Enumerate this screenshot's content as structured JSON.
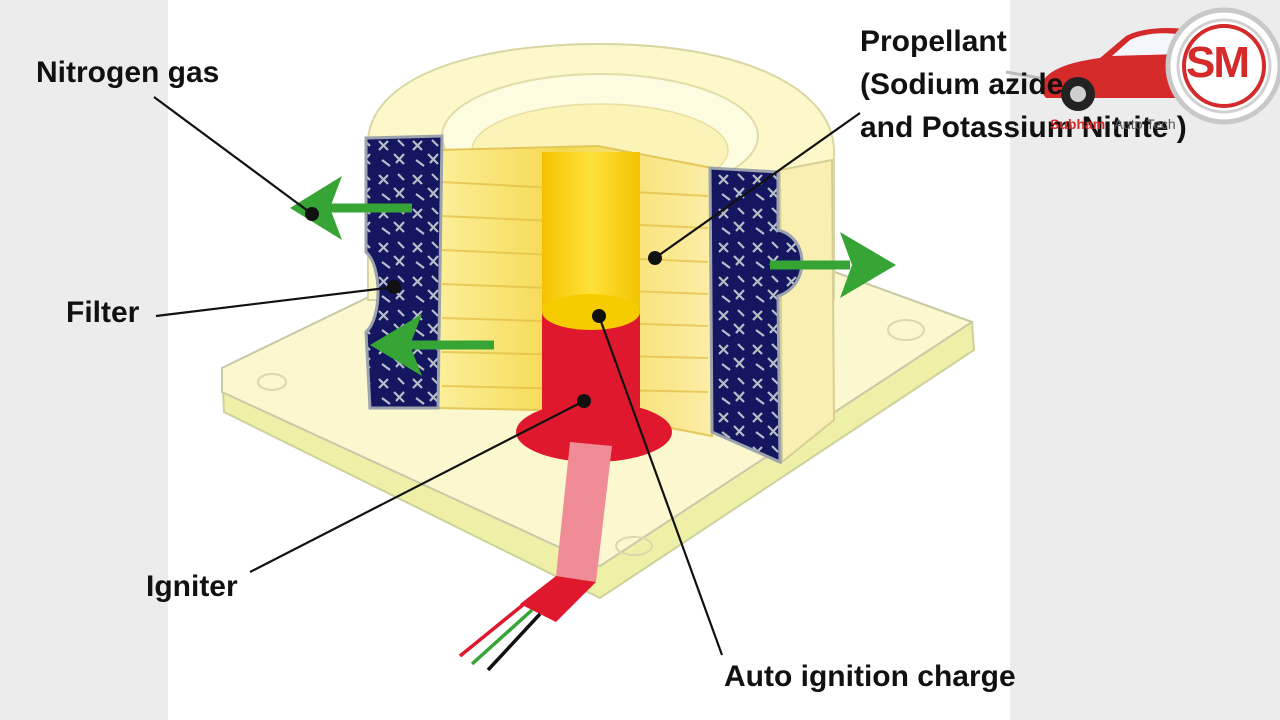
{
  "labels": {
    "nitrogen_gas": "Nitrogen gas",
    "filter": "Filter",
    "igniter": "Igniter",
    "auto_ignition_charge": "Auto ignition charge",
    "propellant_line1": "Propellant",
    "propellant_line2": "(Sodium azide",
    "propellant_line3": "and Potassium Nitrite )"
  },
  "logo": {
    "monogram": "SM",
    "channel_bold": "Subham",
    "channel_rest": "Auto Tech"
  },
  "colors": {
    "arrow": "#36a536",
    "filter_fill": "#141660",
    "propellant": "#f5d95a",
    "igniter": "#e0182e",
    "housing": "#fbf6c3",
    "logo_red": "#d42a2a"
  }
}
